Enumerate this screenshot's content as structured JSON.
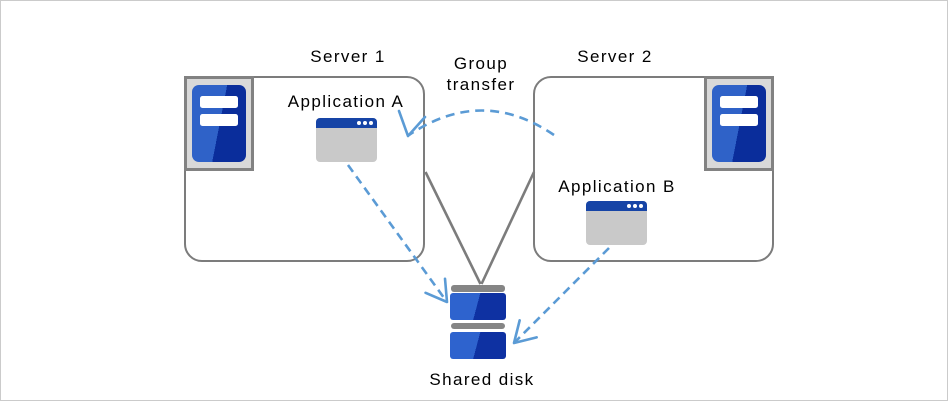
{
  "nodes": {
    "server1": {
      "label": "Server 1",
      "icon": "server-tower-icon"
    },
    "server2": {
      "label": "Server 2",
      "icon": "server-tower-icon"
    },
    "app_a": {
      "label": "Application A",
      "icon": "app-window-icon"
    },
    "app_b": {
      "label": "Application B",
      "icon": "app-window-icon"
    },
    "shared_disk": {
      "label": "Shared disk",
      "icon": "shared-disk-icon"
    }
  },
  "connections": {
    "group_transfer": {
      "label": "Group transfer"
    }
  },
  "colors": {
    "arrow_blue": "#5B9BD5",
    "line_gray": "#7C7C7C",
    "icon_frame_fill": "#D9D9D9",
    "icon_frame_border": "#828282",
    "tower_blue_light": "#2F62C8",
    "tower_blue_dark": "#0A2D9B",
    "titlebar_blue": "#1644A6",
    "window_body_gray": "#C9C9C9",
    "disk_bar_gray": "#858585",
    "disk_blue_light": "#2E63CE",
    "disk_blue_dark": "#0E31A2",
    "text_color": "#000000",
    "page_border": "#CBCBCB",
    "background": "#FFFFFF"
  }
}
